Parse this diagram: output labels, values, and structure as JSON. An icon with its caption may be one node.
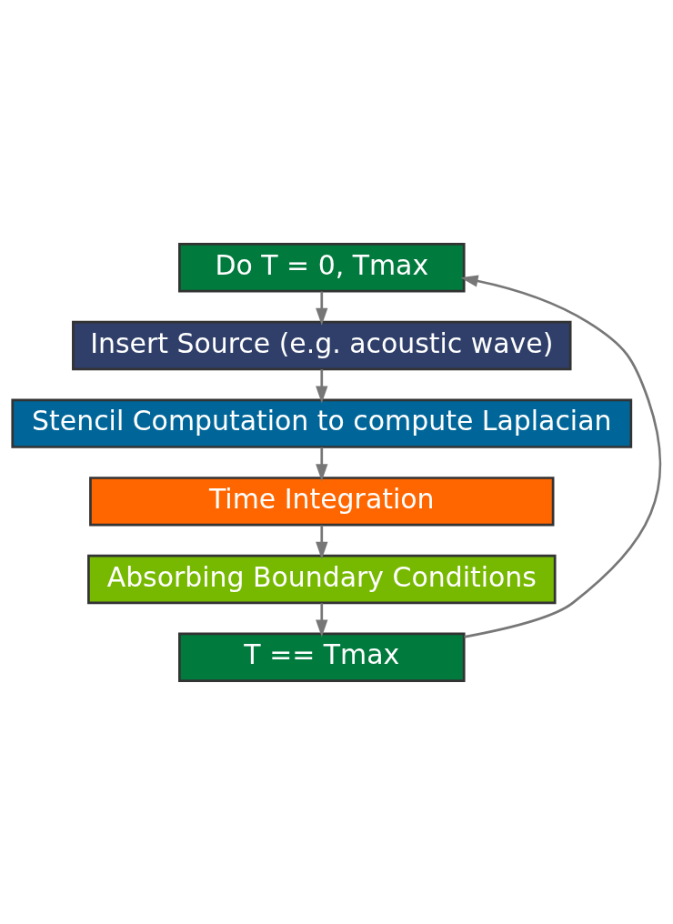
{
  "diagram": {
    "nodes": [
      {
        "text": [
          "Do T = 0, Tmax"
        ]
      },
      {
        "text": [
          "Insert Source (e.g. acoustic wave)"
        ]
      },
      {
        "text": [
          "Stencil Computation to compute Laplacian"
        ]
      },
      {
        "text": [
          "Time Integration"
        ]
      },
      {
        "text": [
          "Absorbing Boundary Conditions"
        ]
      },
      {
        "text": [
          "T == Tmax"
        ]
      }
    ],
    "edges": [
      {
        "from": 0,
        "to": 1,
        "arrow": "to"
      },
      {
        "from": 1,
        "to": 2,
        "arrow": "to"
      },
      {
        "from": 2,
        "to": 3,
        "arrow": "to"
      },
      {
        "from": 3,
        "to": 4,
        "arrow": "to"
      },
      {
        "from": 4,
        "to": 5,
        "arrow": "to"
      },
      {
        "from": 5,
        "to": 0,
        "arrow": "to"
      }
    ]
  }
}
